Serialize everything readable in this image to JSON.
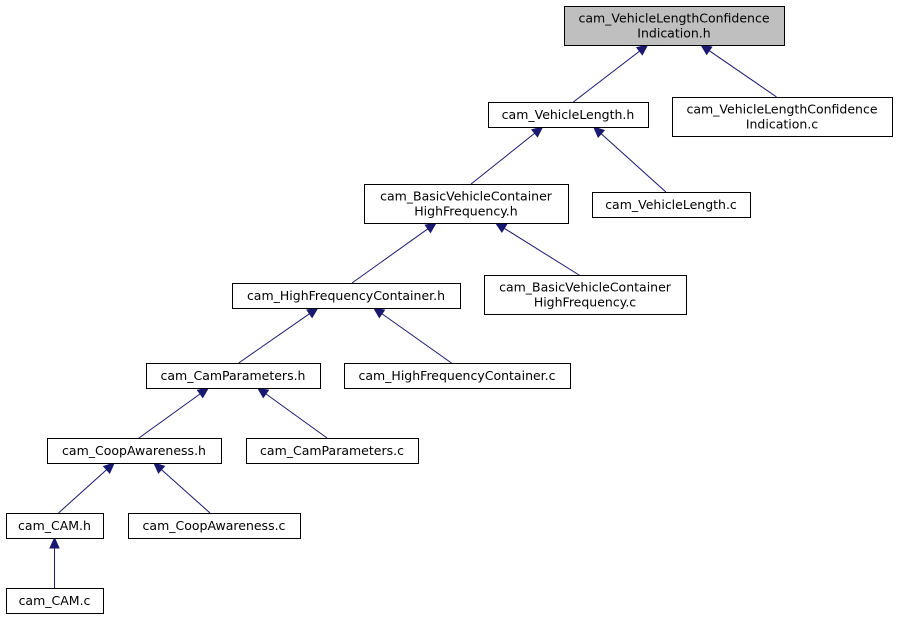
{
  "colors": {
    "edge": "#191970",
    "root_fill": "#bfbfbf",
    "node_fill": "#ffffff",
    "node_stroke": "#000000"
  },
  "nodes": [
    {
      "id": "vlci_h",
      "lines": [
        "cam_VehicleLengthConfidence",
        "Indication.h"
      ],
      "root": true
    },
    {
      "id": "vl_h",
      "lines": [
        "cam_VehicleLength.h"
      ]
    },
    {
      "id": "vlci_c",
      "lines": [
        "cam_VehicleLengthConfidence",
        "Indication.c"
      ]
    },
    {
      "id": "bvchf_h",
      "lines": [
        "cam_BasicVehicleContainer",
        "HighFrequency.h"
      ]
    },
    {
      "id": "vl_c",
      "lines": [
        "cam_VehicleLength.c"
      ]
    },
    {
      "id": "hfc_h",
      "lines": [
        "cam_HighFrequencyContainer.h"
      ]
    },
    {
      "id": "bvchf_c",
      "lines": [
        "cam_BasicVehicleContainer",
        "HighFrequency.c"
      ]
    },
    {
      "id": "cp_h",
      "lines": [
        "cam_CamParameters.h"
      ]
    },
    {
      "id": "hfc_c",
      "lines": [
        "cam_HighFrequencyContainer.c"
      ]
    },
    {
      "id": "ca_h",
      "lines": [
        "cam_CoopAwareness.h"
      ]
    },
    {
      "id": "cp_c",
      "lines": [
        "cam_CamParameters.c"
      ]
    },
    {
      "id": "cam_h",
      "lines": [
        "cam_CAM.h"
      ]
    },
    {
      "id": "ca_c",
      "lines": [
        "cam_CoopAwareness.c"
      ]
    },
    {
      "id": "cam_c",
      "lines": [
        "cam_CAM.c"
      ]
    }
  ],
  "edges": [
    {
      "from": "vl_h",
      "to": "vlci_h"
    },
    {
      "from": "vlci_c",
      "to": "vlci_h"
    },
    {
      "from": "bvchf_h",
      "to": "vl_h"
    },
    {
      "from": "vl_c",
      "to": "vl_h"
    },
    {
      "from": "hfc_h",
      "to": "bvchf_h"
    },
    {
      "from": "bvchf_c",
      "to": "bvchf_h"
    },
    {
      "from": "cp_h",
      "to": "hfc_h"
    },
    {
      "from": "hfc_c",
      "to": "hfc_h"
    },
    {
      "from": "ca_h",
      "to": "cp_h"
    },
    {
      "from": "cp_c",
      "to": "cp_h"
    },
    {
      "from": "cam_h",
      "to": "ca_h"
    },
    {
      "from": "ca_c",
      "to": "ca_h"
    },
    {
      "from": "cam_c",
      "to": "cam_h"
    }
  ]
}
